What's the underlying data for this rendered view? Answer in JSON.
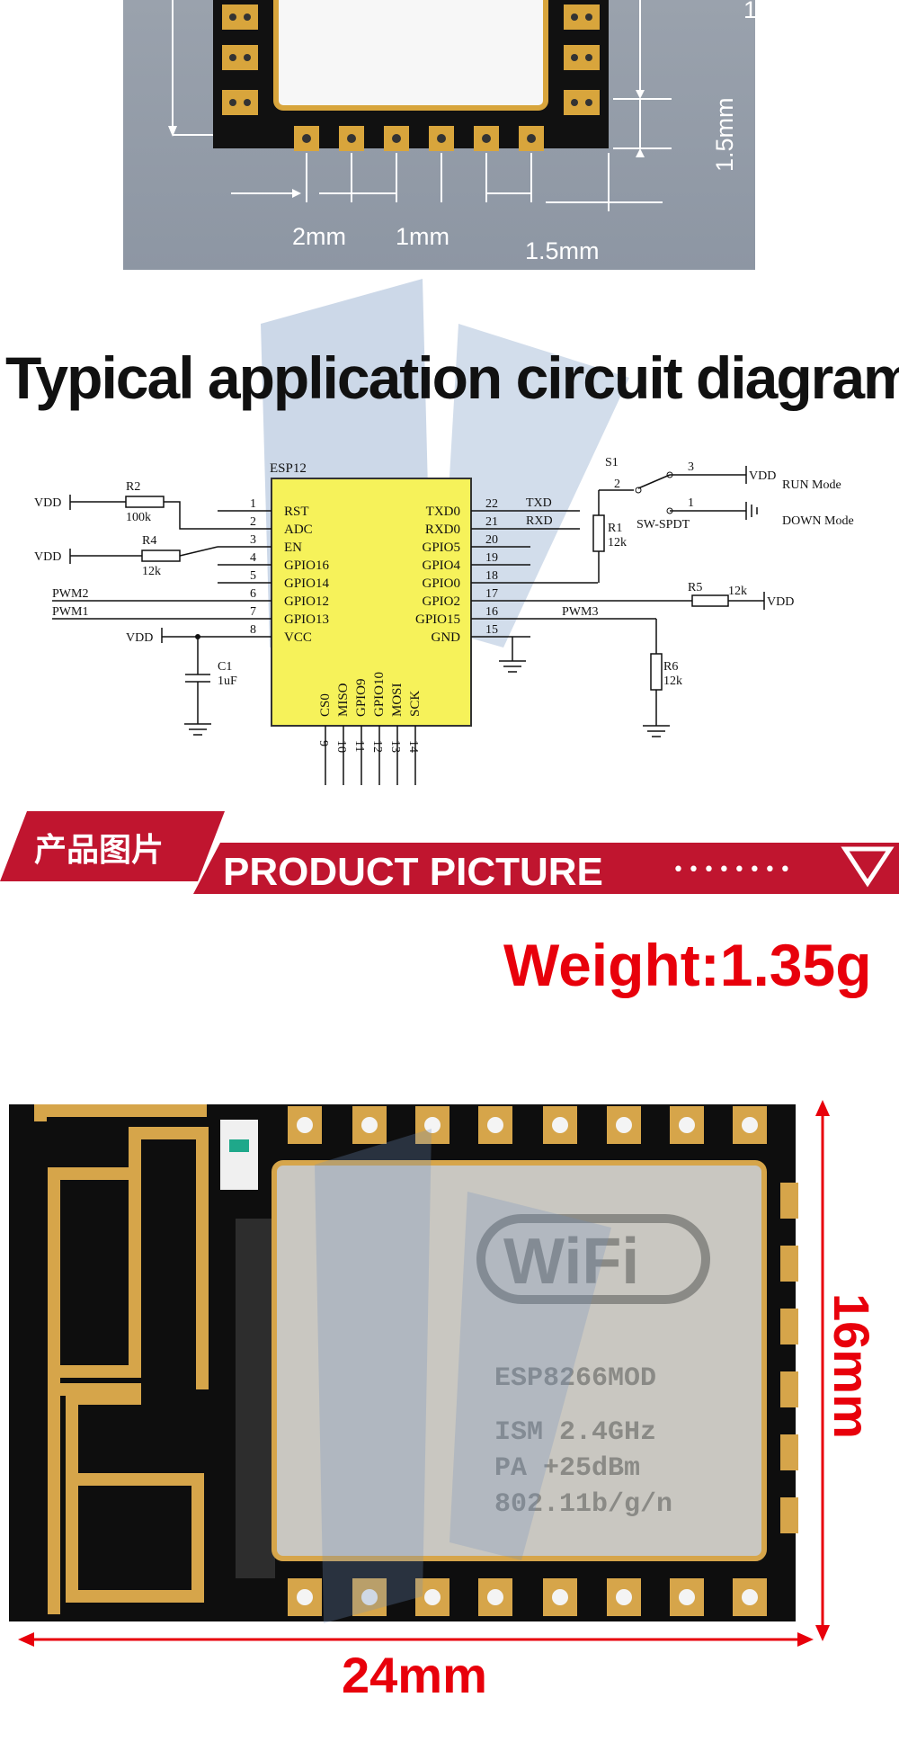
{
  "dimension_photo": {
    "labels": {
      "pad_width": "2mm",
      "pad_pitch": "1mm",
      "edge_bottom": "1.5mm",
      "edge_right": "1.5mm",
      "top_cut": "1"
    }
  },
  "headline": "Typical application circuit diagram",
  "schematic": {
    "chip_name": "ESP12",
    "left_pins": [
      {
        "num": "1",
        "name": "RST"
      },
      {
        "num": "2",
        "name": "ADC"
      },
      {
        "num": "3",
        "name": "EN"
      },
      {
        "num": "4",
        "name": "GPIO16"
      },
      {
        "num": "5",
        "name": "GPIO14"
      },
      {
        "num": "6",
        "name": "GPIO12"
      },
      {
        "num": "7",
        "name": "GPIO13"
      },
      {
        "num": "8",
        "name": "VCC"
      }
    ],
    "right_pins": [
      {
        "num": "22",
        "name": "TXD0"
      },
      {
        "num": "21",
        "name": "RXD0"
      },
      {
        "num": "20",
        "name": "GPIO5"
      },
      {
        "num": "19",
        "name": "GPIO4"
      },
      {
        "num": "18",
        "name": "GPIO0"
      },
      {
        "num": "17",
        "name": "GPIO2"
      },
      {
        "num": "16",
        "name": "GPIO15"
      },
      {
        "num": "15",
        "name": "GND"
      }
    ],
    "bottom_pins": [
      {
        "num": "9",
        "name": "CS0"
      },
      {
        "num": "10",
        "name": "MISO"
      },
      {
        "num": "11",
        "name": "GPIO9"
      },
      {
        "num": "12",
        "name": "GPIO10"
      },
      {
        "num": "13",
        "name": "MOSI"
      },
      {
        "num": "14",
        "name": "SCK"
      }
    ],
    "components": {
      "r2_name": "R2",
      "r2_value": "100k",
      "r4_name": "R4",
      "r4_value": "12k",
      "r1_name": "R1",
      "r1_value": "12k",
      "r5_name": "R5",
      "r5_value": "12k",
      "r6_name": "R6",
      "r6_value": "12k",
      "c1_name": "C1",
      "c1_value": "1uF",
      "switch_name": "S1",
      "switch_type": "SW-SPDT",
      "sw_pin_common": "2",
      "sw_pin_run": "3",
      "sw_pin_down": "1"
    },
    "nets": {
      "vdd": "VDD",
      "pwm1": "PWM1",
      "pwm2": "PWM2",
      "pwm3": "PWM3",
      "txd": "TXD",
      "rxd": "RXD",
      "run_mode": "RUN Mode",
      "down_mode": "DOWN Mode"
    }
  },
  "banner": {
    "chinese": "产品图片",
    "english": "PRODUCT PICTURE",
    "dots": "••••••••",
    "color": "#c0152f"
  },
  "weight": "Weight:1.35g",
  "module": {
    "brand": "WiFi",
    "model": "ESP8266MOD",
    "line1": "ISM 2.4GHz",
    "line2": "PA  +25dBm",
    "line3": "802.11b/g/n",
    "width_label": "24mm",
    "height_label": "16mm"
  },
  "colors": {
    "accent_red": "#e8000b",
    "chip_yellow": "#f6f25a",
    "pcb_black": "#0e0e0e",
    "gold": "#d6a54a"
  }
}
